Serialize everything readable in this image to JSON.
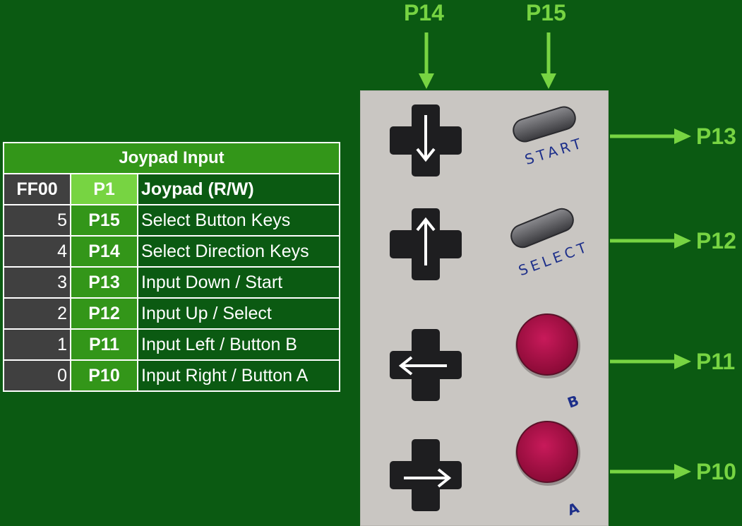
{
  "table": {
    "title": "Joypad Input",
    "header": {
      "address": "FF00",
      "pin": "P1",
      "description": "Joypad (R/W)"
    },
    "rows": [
      {
        "bit": "5",
        "pin": "P15",
        "description": "Select Button Keys"
      },
      {
        "bit": "4",
        "pin": "P14",
        "description": "Select Direction Keys"
      },
      {
        "bit": "3",
        "pin": "P13",
        "description": "Input Down / Start"
      },
      {
        "bit": "2",
        "pin": "P12",
        "description": "Input Up / Select"
      },
      {
        "bit": "1",
        "pin": "P11",
        "description": "Input Left / Button B"
      },
      {
        "bit": "0",
        "pin": "P10",
        "description": "Input Right / Button A"
      }
    ]
  },
  "pins": {
    "top_left": "P14",
    "top_right": "P15",
    "row1": "P13",
    "row2": "P12",
    "row3": "P11",
    "row4": "P10"
  },
  "controller": {
    "start_label": "START",
    "select_label": "SELECT",
    "b_label": "B",
    "a_label": "A",
    "dpad_arrows": [
      "arrow-down",
      "arrow-up",
      "arrow-left",
      "arrow-right"
    ]
  },
  "colors": {
    "background": "#0b5a12",
    "pin_green": "#77d442",
    "table_mid_green": "#339619",
    "table_gray": "#404040",
    "panel": "#c9c6c2",
    "dpad": "#1e1e20",
    "face_button": "#b0104a",
    "caption_blue": "#1d2f8a"
  }
}
